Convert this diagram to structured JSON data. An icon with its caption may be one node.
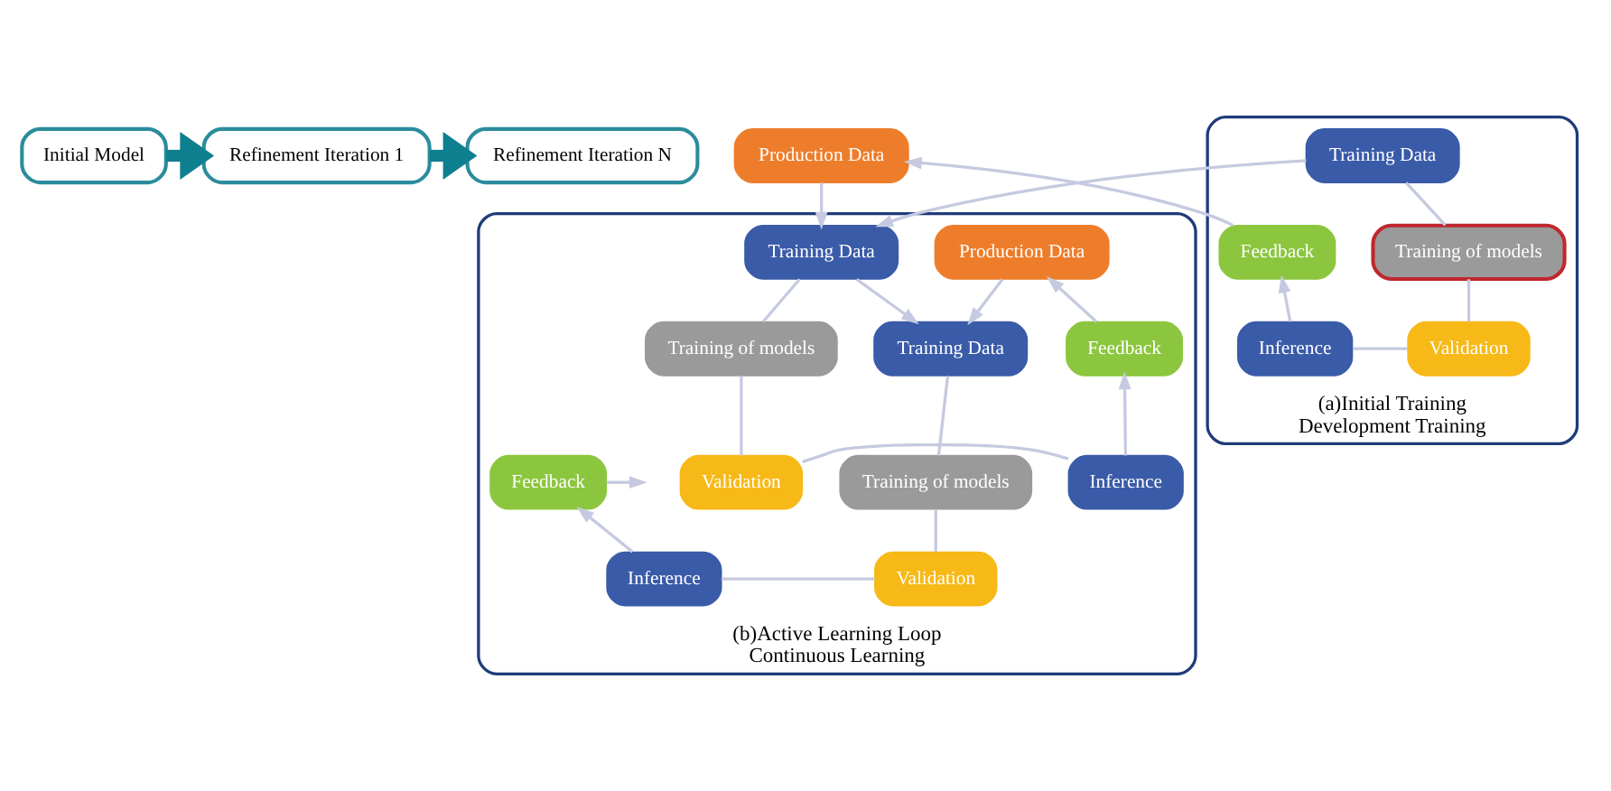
{
  "diagram": {
    "nodes": [
      {
        "text": [
          "Initial Model"
        ]
      },
      {
        "text": [
          "Refinement Iteration 1"
        ]
      },
      {
        "text": [
          "Refinement Iteration N"
        ]
      },
      {
        "text": [
          "Production Data"
        ]
      },
      {
        "text": [
          "(a)Initial Training",
          "Development Training"
        ]
      },
      {
        "text": [
          "Training Data"
        ],
        "in": 4
      },
      {
        "text": [
          "Training of models"
        ],
        "in": 4
      },
      {
        "text": [
          "Validation"
        ],
        "in": 4
      },
      {
        "text": [
          "Inference"
        ],
        "in": 4
      },
      {
        "text": [
          "Feedback"
        ],
        "in": 4
      },
      {
        "text": [
          "(b)Active Learning Loop",
          "Continuous Learning"
        ]
      },
      {
        "text": [
          "Production Data"
        ],
        "in": 10
      },
      {
        "text": [
          "Training Data"
        ],
        "in": 10
      },
      {
        "text": [
          "Training of models"
        ],
        "in": 10
      },
      {
        "text": [
          "Validation"
        ],
        "in": 10
      },
      {
        "text": [
          "Inference"
        ],
        "in": 10
      },
      {
        "text": [
          "Feedback"
        ],
        "in": 10
      },
      {
        "text": [
          "Training Data"
        ],
        "in": 10
      },
      {
        "text": [
          "Training of models"
        ],
        "in": 10
      },
      {
        "text": [
          "Validation"
        ],
        "in": 10
      },
      {
        "text": [
          "Inference"
        ],
        "in": 10
      },
      {
        "text": [
          "Feedback"
        ],
        "in": 10
      }
    ],
    "edges": [
      {
        "from": 0,
        "to": 1,
        "arrow": "to",
        "style": "thick",
        "color": "#0e7f8f"
      },
      {
        "from": 1,
        "to": 2,
        "arrow": "to",
        "style": "thick",
        "color": "#0e7f8f"
      },
      {
        "from": 5,
        "to": 6,
        "arrow": "none"
      },
      {
        "from": 6,
        "to": 7,
        "arrow": "none"
      },
      {
        "from": 7,
        "to": 8,
        "arrow": "none"
      },
      {
        "from": 8,
        "to": 9,
        "arrow": "to"
      },
      {
        "from": 9,
        "to": 3,
        "arrow": "to"
      },
      {
        "from": 3,
        "to": 12,
        "arrow": "to"
      },
      {
        "from": 5,
        "to": 12,
        "arrow": "to"
      },
      {
        "from": 12,
        "to": 13,
        "arrow": "none"
      },
      {
        "from": 13,
        "to": 14,
        "arrow": "none"
      },
      {
        "from": 14,
        "to": 15,
        "arrow": "none"
      },
      {
        "from": 15,
        "to": 16,
        "arrow": "to"
      },
      {
        "from": 16,
        "to": 11,
        "arrow": "to"
      },
      {
        "from": 11,
        "to": 17,
        "arrow": "to"
      },
      {
        "from": 12,
        "to": 17,
        "arrow": "to"
      },
      {
        "from": 17,
        "to": 18,
        "arrow": "none"
      },
      {
        "from": 18,
        "to": 19,
        "arrow": "none"
      },
      {
        "from": 19,
        "to": 20,
        "arrow": "none"
      },
      {
        "from": 20,
        "to": 21,
        "arrow": "to"
      },
      {
        "from": 21,
        "to": null,
        "arrow": "to"
      }
    ]
  }
}
